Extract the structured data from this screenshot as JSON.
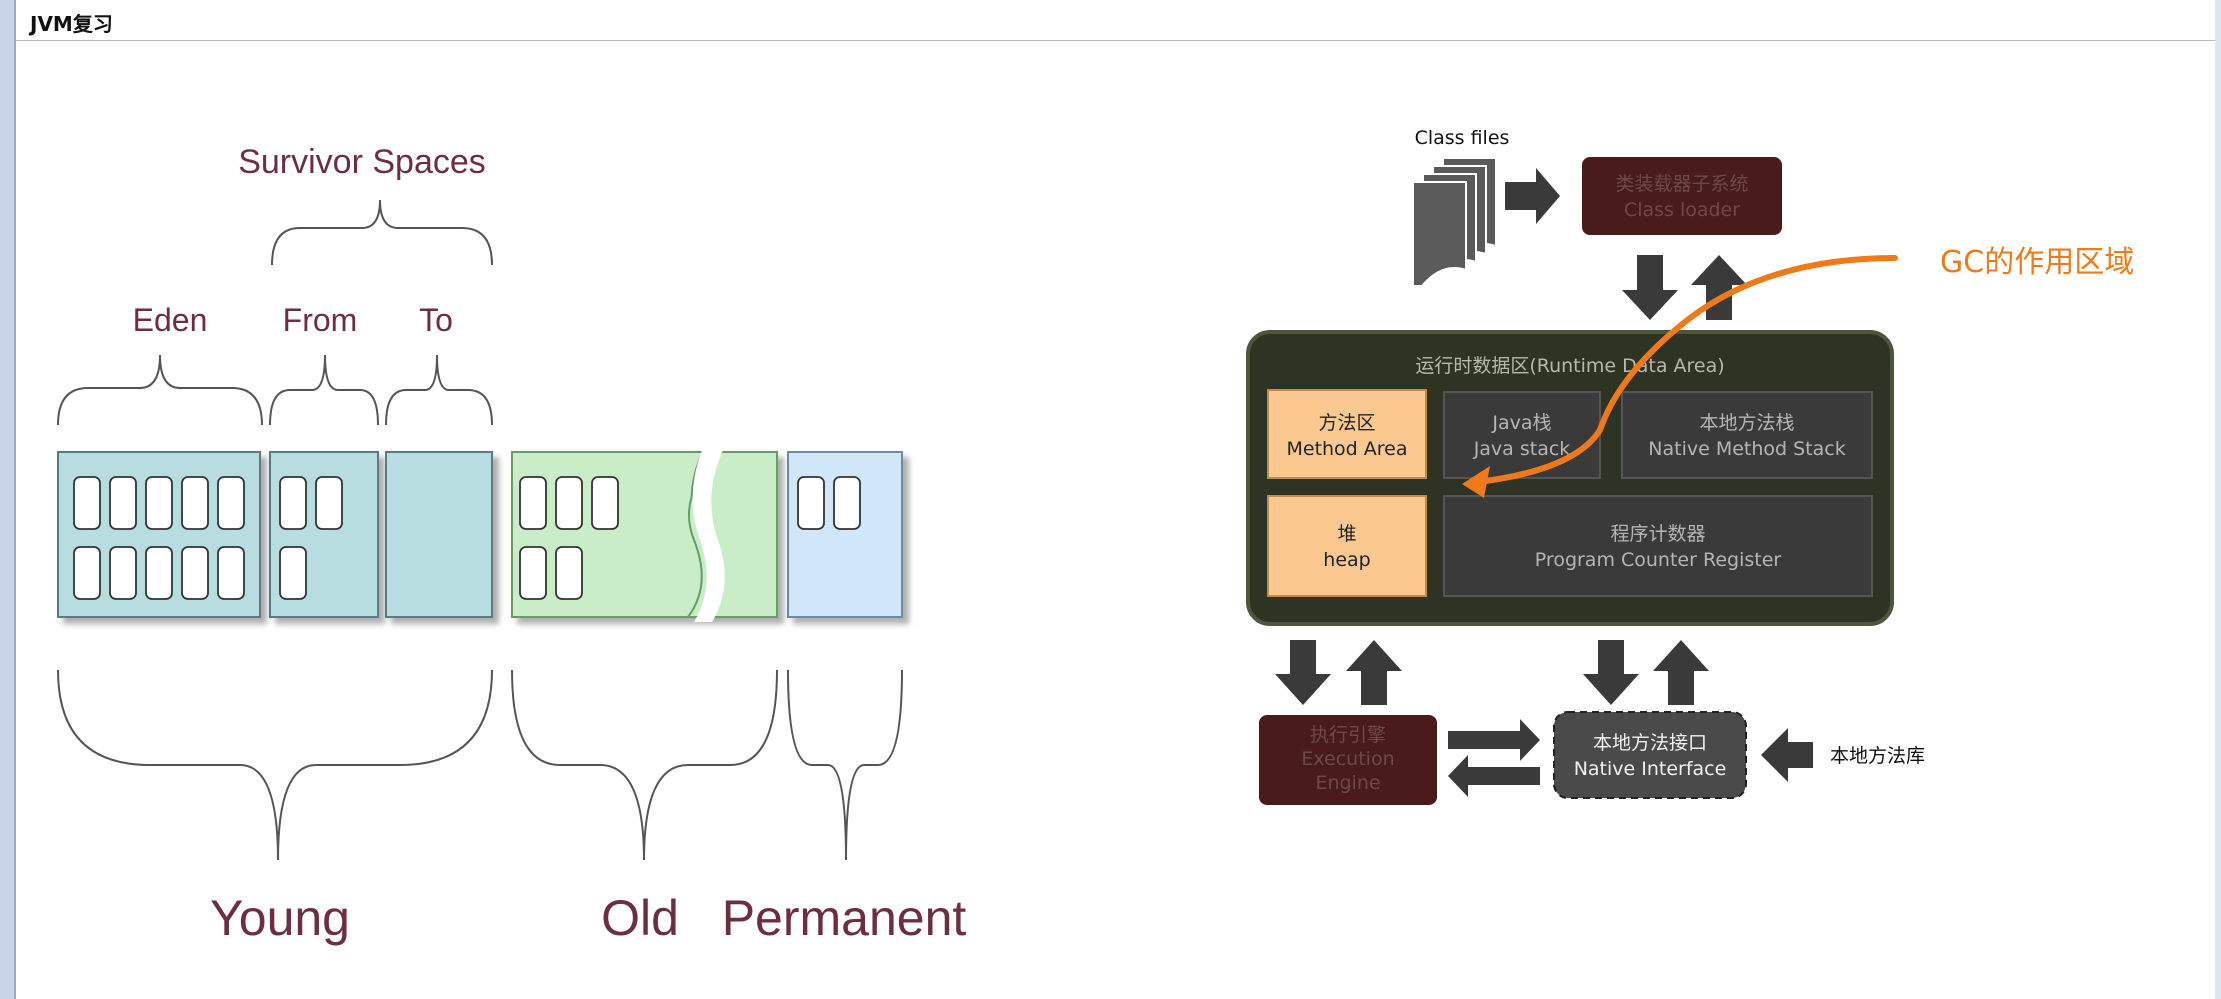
{
  "page_title": "JVM复习",
  "generations": {
    "survivor_spaces": "Survivor Spaces",
    "eden": "Eden",
    "from": "From",
    "to": "To",
    "young": "Young",
    "old": "Old",
    "permanent": "Permanent"
  },
  "architecture": {
    "class_files": "Class files",
    "class_loader_cn": "类装载器子系统",
    "class_loader_en": "Class loader",
    "runtime_area": "运行时数据区(Runtime Data Area)",
    "method_area_cn": "方法区",
    "method_area_en": "Method Area",
    "java_stack_cn": "Java栈",
    "java_stack_en": "Java stack",
    "native_stack_cn": "本地方法栈",
    "native_stack_en": "Native Method Stack",
    "heap_cn": "堆",
    "heap_en": "heap",
    "pc_cn": "程序计数器",
    "pc_en": "Program Counter Register",
    "exec_cn": "执行引擎",
    "exec_en1": "Execution",
    "exec_en2": "Engine",
    "native_if_cn": "本地方法接口",
    "native_if_en": "Native Interface",
    "native_lib": "本地方法库",
    "gc_note": "GC的作用区域"
  },
  "colors": {
    "gc_accent": "#f07a1a",
    "label_maroon": "#6e2e3f",
    "eden_fill": "#b7dde0",
    "old_fill": "#c9eec7",
    "perm_fill": "#cfe7f8",
    "highlight_box": "#fbc98f",
    "dark_box": "#3a3a3a",
    "runtime_bg": "#2e3423",
    "loader_bg": "#4a1b1b"
  }
}
